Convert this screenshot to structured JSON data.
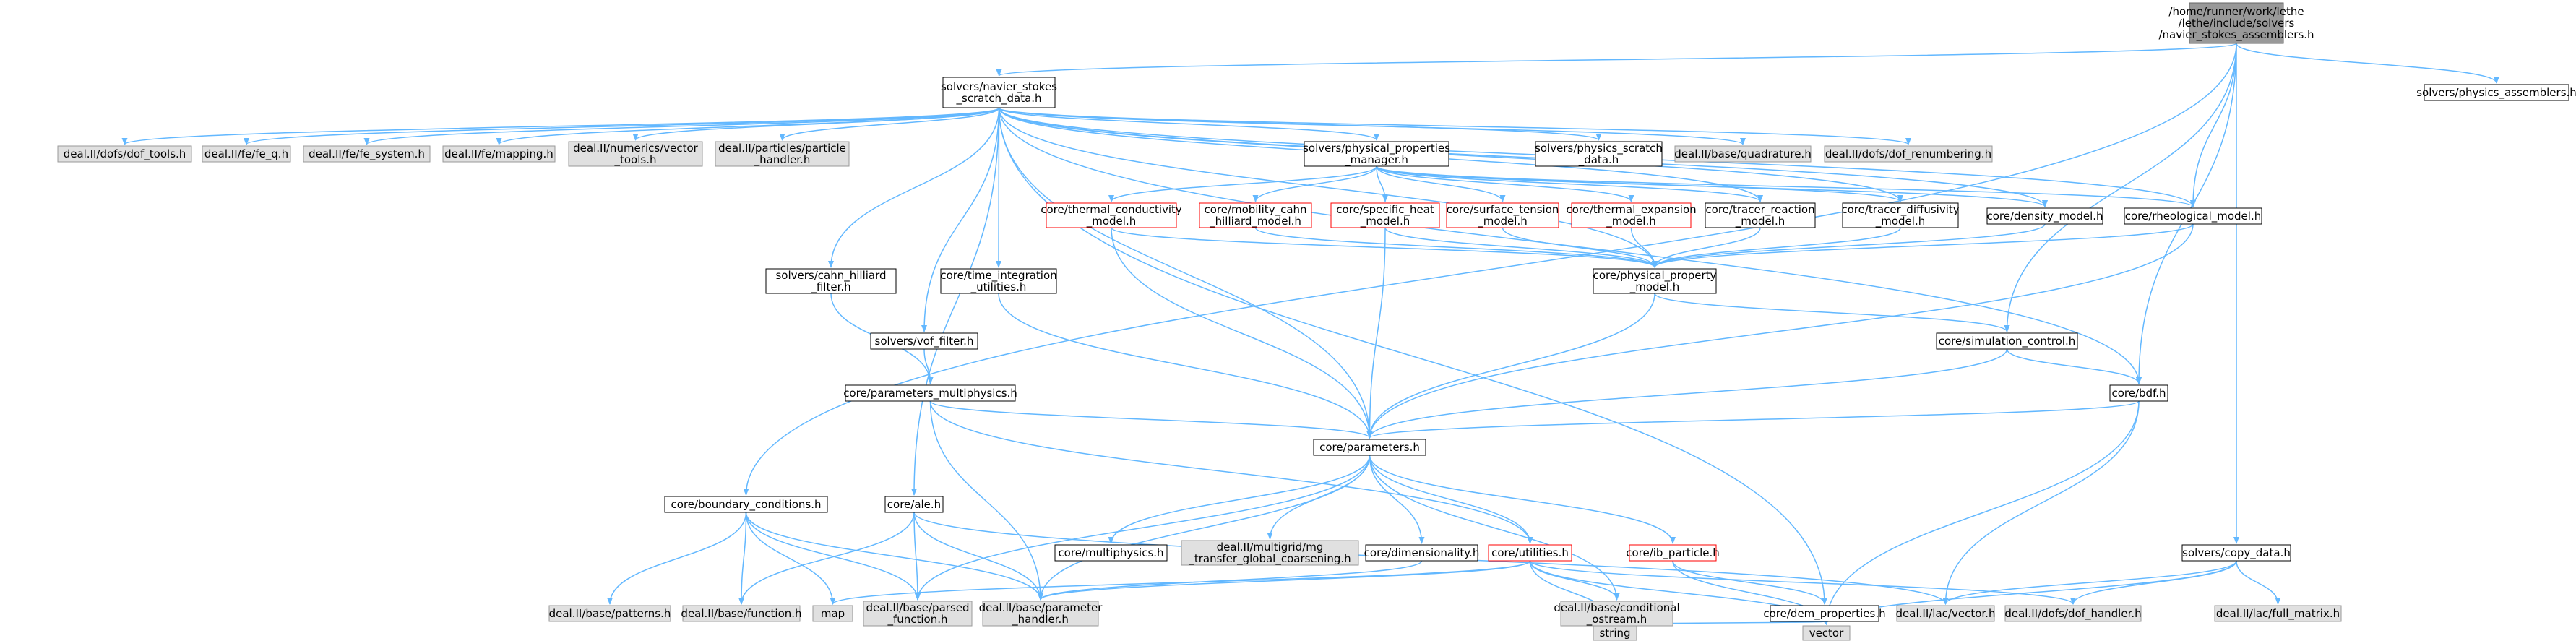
{
  "diagram": {
    "colors": {
      "edge": "#63b8ff",
      "root_fill": "#999999",
      "root_stroke": "#666666",
      "plain_fill": "#ffffff",
      "plain_stroke": "#000000",
      "external_fill": "#e0e0e0",
      "external_stroke": "#999999",
      "partial_stroke": "#ff0000"
    },
    "nodes": [
      {
        "id": "root",
        "kind": "root",
        "lines": [
          "/home/runner/work/lethe",
          "/lethe/include/solvers",
          "/navier_stokes_assemblers.h"
        ]
      },
      {
        "id": "nssd",
        "kind": "plain",
        "lines": [
          "solvers/navier_stokes",
          "_scratch_data.h"
        ]
      },
      {
        "id": "psa",
        "kind": "plain",
        "lines": [
          "solvers/physics_assemblers.h"
        ]
      },
      {
        "id": "doftools",
        "kind": "external",
        "lines": [
          "deal.II/dofs/dof_tools.h"
        ]
      },
      {
        "id": "feq",
        "kind": "external",
        "lines": [
          "deal.II/fe/fe_q.h"
        ]
      },
      {
        "id": "fesys",
        "kind": "external",
        "lines": [
          "deal.II/fe/fe_system.h"
        ]
      },
      {
        "id": "mapping",
        "kind": "external",
        "lines": [
          "deal.II/fe/mapping.h"
        ]
      },
      {
        "id": "vectools",
        "kind": "external",
        "lines": [
          "deal.II/numerics/vector",
          "_tools.h"
        ]
      },
      {
        "id": "parthandler",
        "kind": "external",
        "lines": [
          "deal.II/particles/particle",
          "_handler.h"
        ]
      },
      {
        "id": "ppm",
        "kind": "plain",
        "lines": [
          "solvers/physical_properties",
          "_manager.h"
        ]
      },
      {
        "id": "pssd",
        "kind": "plain",
        "lines": [
          "solvers/physics_scratch",
          "_data.h"
        ]
      },
      {
        "id": "quad",
        "kind": "external",
        "lines": [
          "deal.II/base/quadrature.h"
        ]
      },
      {
        "id": "dofrenum",
        "kind": "external",
        "lines": [
          "deal.II/dofs/dof_renumbering.h"
        ]
      },
      {
        "id": "thermcond",
        "kind": "partial",
        "lines": [
          "core/thermal_conductivity",
          "_model.h"
        ]
      },
      {
        "id": "mobility",
        "kind": "partial",
        "lines": [
          "core/mobility_cahn",
          "_hilliard_model.h"
        ]
      },
      {
        "id": "specheat",
        "kind": "partial",
        "lines": [
          "core/specific_heat",
          "_model.h"
        ]
      },
      {
        "id": "surftens",
        "kind": "partial",
        "lines": [
          "core/surface_tension",
          "_model.h"
        ]
      },
      {
        "id": "thermexp",
        "kind": "partial",
        "lines": [
          "core/thermal_expansion",
          "_model.h"
        ]
      },
      {
        "id": "tracreact",
        "kind": "plain",
        "lines": [
          "core/tracer_reaction",
          "_model.h"
        ]
      },
      {
        "id": "tracdiff",
        "kind": "plain",
        "lines": [
          "core/tracer_diffusivity",
          "_model.h"
        ]
      },
      {
        "id": "density",
        "kind": "plain",
        "lines": [
          "core/density_model.h"
        ]
      },
      {
        "id": "rheo",
        "kind": "plain",
        "lines": [
          "core/rheological_model.h"
        ]
      },
      {
        "id": "chfilter",
        "kind": "plain",
        "lines": [
          "solvers/cahn_hilliard",
          "_filter.h"
        ]
      },
      {
        "id": "timeint",
        "kind": "plain",
        "lines": [
          "core/time_integration",
          "_utilities.h"
        ]
      },
      {
        "id": "physprop",
        "kind": "plain",
        "lines": [
          "core/physical_property",
          "_model.h"
        ]
      },
      {
        "id": "simctrl",
        "kind": "plain",
        "lines": [
          "core/simulation_control.h"
        ]
      },
      {
        "id": "voffilter",
        "kind": "plain",
        "lines": [
          "solvers/vof_filter.h"
        ]
      },
      {
        "id": "parmulti",
        "kind": "plain",
        "lines": [
          "core/parameters_multiphysics.h"
        ]
      },
      {
        "id": "bdf",
        "kind": "plain",
        "lines": [
          "core/bdf.h"
        ]
      },
      {
        "id": "params",
        "kind": "plain",
        "lines": [
          "core/parameters.h"
        ]
      },
      {
        "id": "bc",
        "kind": "plain",
        "lines": [
          "core/boundary_conditions.h"
        ]
      },
      {
        "id": "ale",
        "kind": "plain",
        "lines": [
          "core/ale.h"
        ]
      },
      {
        "id": "multiphys",
        "kind": "plain",
        "lines": [
          "core/multiphysics.h"
        ]
      },
      {
        "id": "mgtransfer",
        "kind": "external",
        "lines": [
          "deal.II/multigrid/mg",
          "_transfer_global_coarsening.h"
        ]
      },
      {
        "id": "dimless",
        "kind": "plain",
        "lines": [
          "core/dimensionality.h"
        ]
      },
      {
        "id": "utilities",
        "kind": "partial",
        "lines": [
          "core/utilities.h"
        ]
      },
      {
        "id": "ibparticle",
        "kind": "partial",
        "lines": [
          "core/ib_particle.h"
        ]
      },
      {
        "id": "copydata",
        "kind": "plain",
        "lines": [
          "solvers/copy_data.h"
        ]
      },
      {
        "id": "patterns",
        "kind": "external",
        "lines": [
          "deal.II/base/patterns.h"
        ]
      },
      {
        "id": "function",
        "kind": "external",
        "lines": [
          "deal.II/base/function.h"
        ]
      },
      {
        "id": "map",
        "kind": "external",
        "lines": [
          "map"
        ]
      },
      {
        "id": "parsedfunc",
        "kind": "external",
        "lines": [
          "deal.II/base/parsed",
          "_function.h"
        ]
      },
      {
        "id": "paramhandler",
        "kind": "external",
        "lines": [
          "deal.II/base/parameter",
          "_handler.h"
        ]
      },
      {
        "id": "condostream",
        "kind": "external",
        "lines": [
          "deal.II/base/conditional",
          "_ostream.h"
        ]
      },
      {
        "id": "demprops",
        "kind": "plain",
        "lines": [
          "core/dem_properties.h"
        ]
      },
      {
        "id": "lacvector",
        "kind": "external",
        "lines": [
          "deal.II/lac/vector.h"
        ]
      },
      {
        "id": "dofhandler",
        "kind": "external",
        "lines": [
          "deal.II/dofs/dof_handler.h"
        ]
      },
      {
        "id": "fullmatrix",
        "kind": "external",
        "lines": [
          "deal.II/lac/full_matrix.h"
        ]
      },
      {
        "id": "string",
        "kind": "external",
        "lines": [
          "string"
        ]
      },
      {
        "id": "vector",
        "kind": "external",
        "lines": [
          "vector"
        ]
      }
    ],
    "edges": [
      [
        "root",
        "nssd"
      ],
      [
        "root",
        "psa"
      ],
      [
        "root",
        "bc"
      ],
      [
        "root",
        "rheo"
      ],
      [
        "root",
        "simctrl"
      ],
      [
        "root",
        "bdf"
      ],
      [
        "root",
        "copydata"
      ],
      [
        "nssd",
        "doftools"
      ],
      [
        "nssd",
        "feq"
      ],
      [
        "nssd",
        "fesys"
      ],
      [
        "nssd",
        "mapping"
      ],
      [
        "nssd",
        "vectools"
      ],
      [
        "nssd",
        "parthandler"
      ],
      [
        "nssd",
        "ppm"
      ],
      [
        "nssd",
        "pssd"
      ],
      [
        "nssd",
        "quad"
      ],
      [
        "nssd",
        "dofrenum"
      ],
      [
        "nssd",
        "density"
      ],
      [
        "nssd",
        "rheo"
      ],
      [
        "nssd",
        "chfilter"
      ],
      [
        "nssd",
        "timeint"
      ],
      [
        "nssd",
        "voffilter"
      ],
      [
        "nssd",
        "physprop"
      ],
      [
        "nssd",
        "params"
      ],
      [
        "nssd",
        "ale"
      ],
      [
        "nssd",
        "bdf"
      ],
      [
        "nssd",
        "demprops"
      ],
      [
        "nssd",
        "tracreact"
      ],
      [
        "nssd",
        "tracdiff"
      ],
      [
        "ppm",
        "thermcond"
      ],
      [
        "ppm",
        "mobility"
      ],
      [
        "ppm",
        "specheat"
      ],
      [
        "ppm",
        "surftens"
      ],
      [
        "ppm",
        "thermexp"
      ],
      [
        "ppm",
        "tracreact"
      ],
      [
        "ppm",
        "tracdiff"
      ],
      [
        "ppm",
        "density"
      ],
      [
        "ppm",
        "rheo"
      ],
      [
        "thermcond",
        "physprop"
      ],
      [
        "thermcond",
        "params"
      ],
      [
        "mobility",
        "physprop"
      ],
      [
        "specheat",
        "physprop"
      ],
      [
        "specheat",
        "params"
      ],
      [
        "surftens",
        "physprop"
      ],
      [
        "thermexp",
        "physprop"
      ],
      [
        "tracreact",
        "physprop"
      ],
      [
        "tracdiff",
        "physprop"
      ],
      [
        "density",
        "physprop"
      ],
      [
        "rheo",
        "physprop"
      ],
      [
        "rheo",
        "params"
      ],
      [
        "physprop",
        "params"
      ],
      [
        "physprop",
        "simctrl"
      ],
      [
        "simctrl",
        "bdf"
      ],
      [
        "simctrl",
        "params"
      ],
      [
        "chfilter",
        "parmulti"
      ],
      [
        "voffilter",
        "parmulti"
      ],
      [
        "timeint",
        "params"
      ],
      [
        "parmulti",
        "params"
      ],
      [
        "parmulti",
        "paramhandler"
      ],
      [
        "parmulti",
        "utilities"
      ],
      [
        "bdf",
        "params"
      ],
      [
        "bdf",
        "lacvector"
      ],
      [
        "bdf",
        "vector"
      ],
      [
        "params",
        "multiphys"
      ],
      [
        "params",
        "mgtransfer"
      ],
      [
        "params",
        "dimless"
      ],
      [
        "params",
        "utilities"
      ],
      [
        "params",
        "ibparticle"
      ],
      [
        "params",
        "parsedfunc"
      ],
      [
        "params",
        "paramhandler"
      ],
      [
        "params",
        "condostream"
      ],
      [
        "bc",
        "patterns"
      ],
      [
        "bc",
        "function"
      ],
      [
        "bc",
        "map"
      ],
      [
        "bc",
        "parsedfunc"
      ],
      [
        "bc",
        "paramhandler"
      ],
      [
        "ale",
        "function"
      ],
      [
        "ale",
        "parsedfunc"
      ],
      [
        "ale",
        "paramhandler"
      ],
      [
        "ale",
        "lacvector"
      ],
      [
        "dimless",
        "paramhandler"
      ],
      [
        "utilities",
        "map"
      ],
      [
        "utilities",
        "paramhandler"
      ],
      [
        "utilities",
        "condostream"
      ],
      [
        "utilities",
        "string"
      ],
      [
        "utilities",
        "vector"
      ],
      [
        "utilities",
        "dofhandler"
      ],
      [
        "ibparticle",
        "demprops"
      ],
      [
        "ibparticle",
        "vector"
      ],
      [
        "demprops",
        "string"
      ],
      [
        "demprops",
        "vector"
      ],
      [
        "copydata",
        "lacvector"
      ],
      [
        "copydata",
        "dofhandler"
      ],
      [
        "copydata",
        "fullmatrix"
      ],
      [
        "copydata",
        "vector"
      ]
    ]
  }
}
